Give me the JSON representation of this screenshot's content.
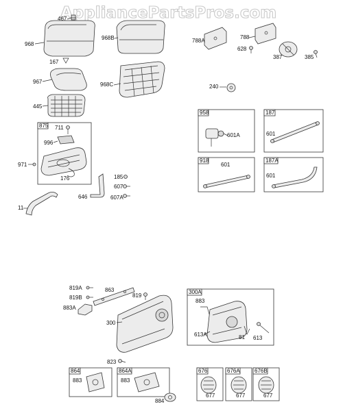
{
  "watermark": "AppliancePartsPros.com",
  "labels": {
    "p467": "467",
    "p968": "968",
    "p968B": "968B",
    "p167": "167",
    "p967": "967",
    "p968C": "968C",
    "p445": "445",
    "p788A": "788A",
    "p788": "788",
    "p628": "628",
    "p387": "387",
    "p385": "385",
    "p240": "240",
    "b875": "875",
    "p711": "711",
    "p996": "996",
    "p971": "971",
    "p176": "176",
    "p185": "185",
    "p607": "607",
    "p646": "646",
    "p607A": "607A",
    "p11": "11",
    "b958": "958",
    "p601A": "601A",
    "b187": "187",
    "p601_187": "601",
    "b918": "918",
    "p601_918": "601",
    "b187A": "187A",
    "p601_187A": "601",
    "p819A": "819A",
    "p819B": "819B",
    "p883A": "883A",
    "p863": "863",
    "p819": "819",
    "p300": "300",
    "b300A": "300A",
    "p883_300A": "883",
    "p613A": "613A",
    "p81": "81",
    "p613": "613",
    "p823": "823",
    "b864": "864",
    "p883_864": "883",
    "b864A": "864A",
    "p883_864A": "883",
    "p884": "884",
    "b676": "676",
    "p677_676": "677",
    "b676A": "676A",
    "p677_676A": "677",
    "b676B": "676B",
    "p677_676B": "677"
  }
}
